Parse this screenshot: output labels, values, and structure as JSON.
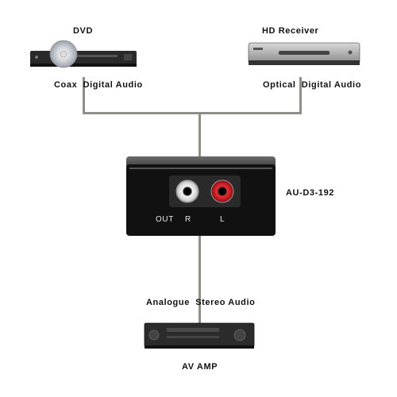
{
  "devices": {
    "dvd": {
      "title": "DVD",
      "connection": "Coax  Digital Audio"
    },
    "receiver": {
      "title": "HD Receiver",
      "connection": "Optical  Digital Audio"
    },
    "converter": {
      "model": "AU-D3-192",
      "port_out": "OUT",
      "port_r": "R",
      "port_l": "L"
    },
    "amp": {
      "title": "AV AMP",
      "connection": "Analogue  Stereo Audio"
    }
  },
  "colors": {
    "wire": "#8f8f8a",
    "jack_white": "#f2f2f2",
    "jack_red": "#d8232a",
    "device_body": "#2a2a2a"
  }
}
